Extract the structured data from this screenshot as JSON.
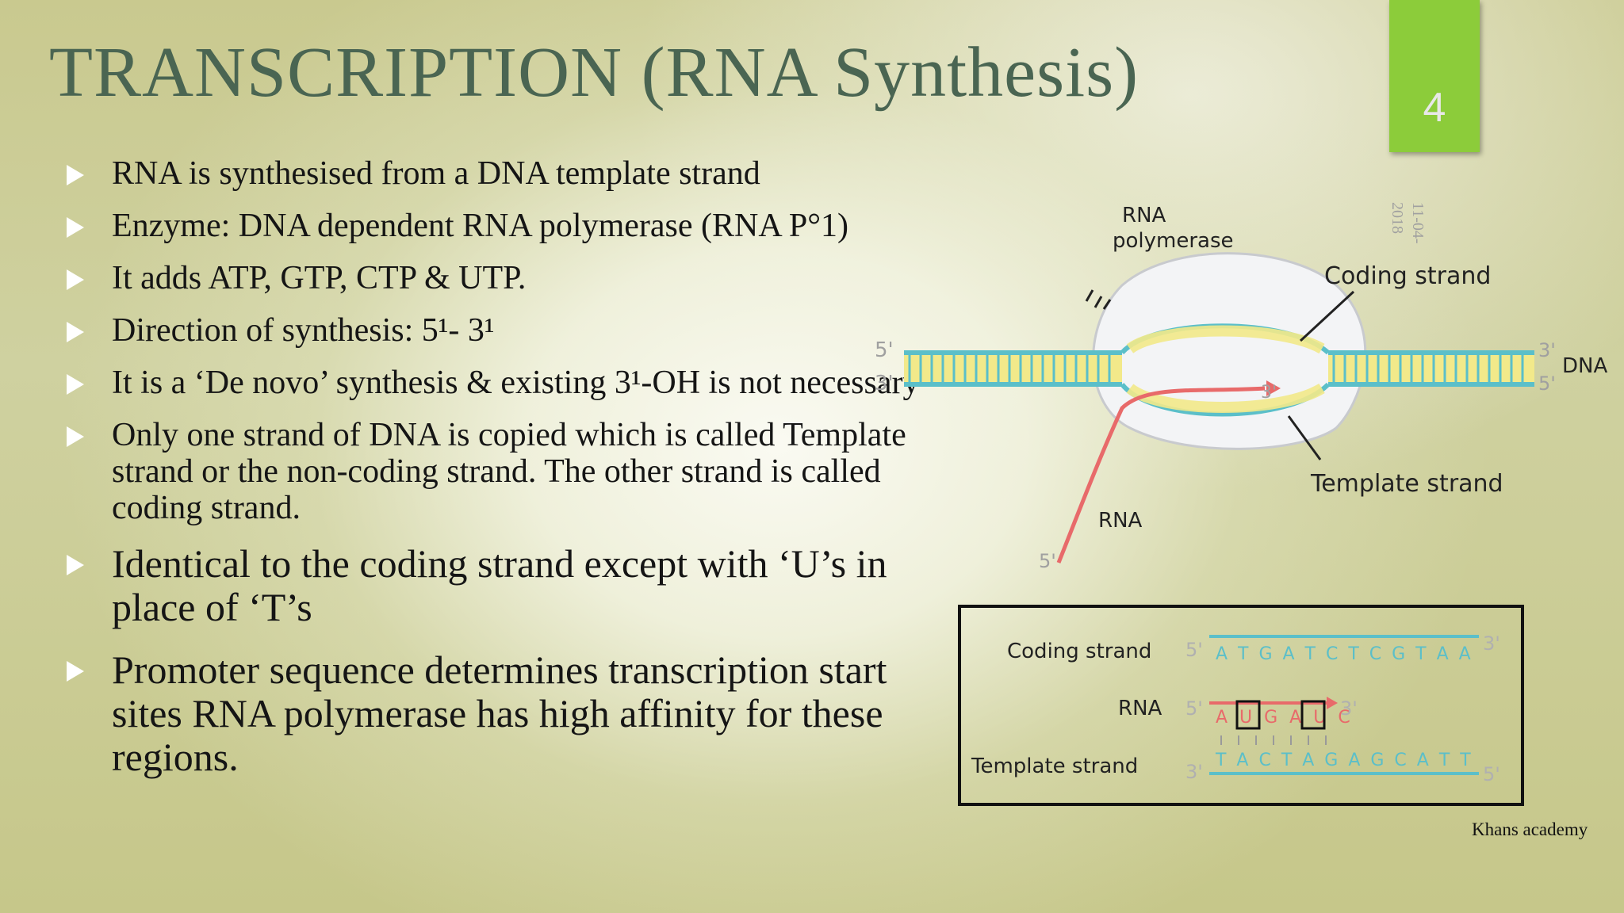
{
  "slide": {
    "title": "TRANSCRIPTION (RNA Synthesis)",
    "number": "4",
    "date": "11-04-2018",
    "date_line1": "11-04-",
    "date_line2": "2018"
  },
  "bullets": [
    {
      "text": "RNA is synthesised from a DNA template strand"
    },
    {
      "text": "Enzyme: DNA dependent RNA polymerase (RNA P°1)"
    },
    {
      "text": "It adds ATP, GTP, CTP & UTP."
    },
    {
      "text": "Direction of synthesis: 5¹- 3¹"
    },
    {
      "text": "It is a ‘De novo’ synthesis & existing 3¹-OH is not necessary"
    },
    {
      "text": "Only one strand of DNA is copied which is called Template strand or the non-coding strand. The other strand is called coding strand."
    },
    {
      "text": "Identical to the coding strand except with ‘U’s in place of ‘T’s"
    },
    {
      "text": "Promoter sequence determines transcription start sites RNA polymerase has high affinity for these regions."
    }
  ],
  "diagram": {
    "rna_polymerase_l1": "RNA",
    "rna_polymerase_l2": "polymerase",
    "coding_strand": "Coding strand",
    "template_strand": "Template strand",
    "dna": "DNA",
    "rna": "RNA",
    "five_prime": "5'",
    "three_prime": "3'"
  },
  "sequence_box": {
    "coding_label": "Coding strand",
    "rna_label": "RNA",
    "template_label": "Template strand",
    "coding_seq": "A T G A T C T C G T A A",
    "rna_seq": "A U G A U C",
    "template_seq": "T A C T A G A G C A T T",
    "five": "5'",
    "three": "3'"
  },
  "credit": "Khans academy",
  "colors": {
    "title": "#4a6552",
    "slide_number_bg": "#8ccc3a",
    "dna_teal": "#5bbfc9",
    "dna_yellow": "#f2e98a",
    "rna_red": "#e86a6a"
  }
}
